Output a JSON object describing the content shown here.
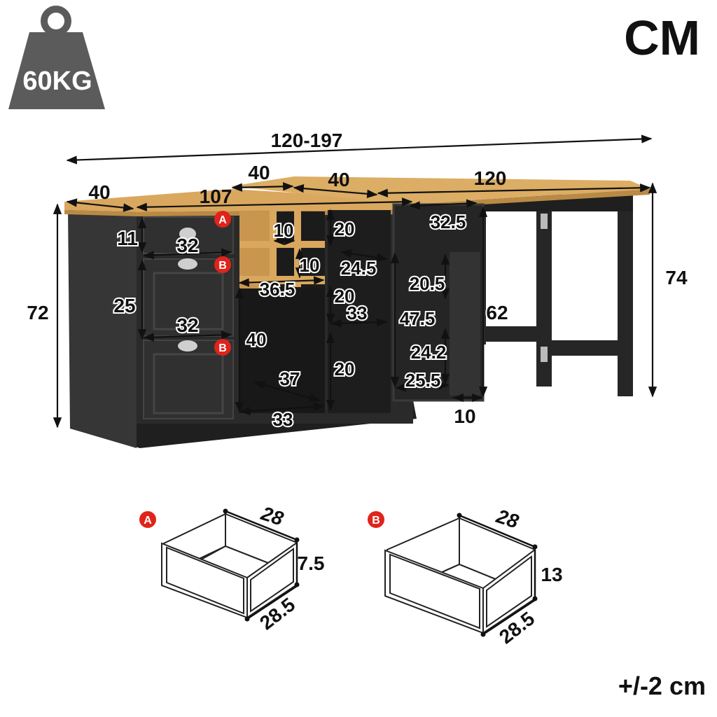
{
  "header": {
    "unit": "CM",
    "weight_label": "60KG"
  },
  "footer": {
    "tolerance": "+/-2 cm"
  },
  "desk": {
    "total_width": "120-197",
    "depth_left": "40",
    "cabinet_length": "107",
    "top_depth": "40",
    "top_inner": "40",
    "extension_length": "120",
    "height_left": "72",
    "height_right": "74",
    "drawer_a_face": "11",
    "drawer_b_face": "25",
    "drawer_a_width": "32",
    "drawer_b_width": "32",
    "shelf_upper": "10",
    "shelf_lower": "10",
    "cubby_width": "36.5",
    "open_height": "40",
    "open_depth": "37",
    "open_width": "33",
    "mid_top": "20",
    "mid_depth": "24.5",
    "mid_height": "20",
    "mid_width": "33",
    "mid_bottom": "20",
    "door_width": "32.5",
    "door_shelf": "20.5",
    "door_height": "47.5",
    "door_lower": "24.2",
    "door_depth": "25.5",
    "door_total": "62",
    "door_thickness": "10",
    "marker_a": "A",
    "marker_b": "B"
  },
  "drawer_a": {
    "label": "A",
    "width": "28",
    "height": "7.5",
    "depth": "28.5"
  },
  "drawer_b": {
    "label": "B",
    "width": "28",
    "height": "13",
    "depth": "28.5"
  },
  "colors": {
    "wood": "#d9a85e",
    "cabinet": "#2c2c2c",
    "marker": "#e0231b",
    "weight": "#5b5b5b"
  }
}
